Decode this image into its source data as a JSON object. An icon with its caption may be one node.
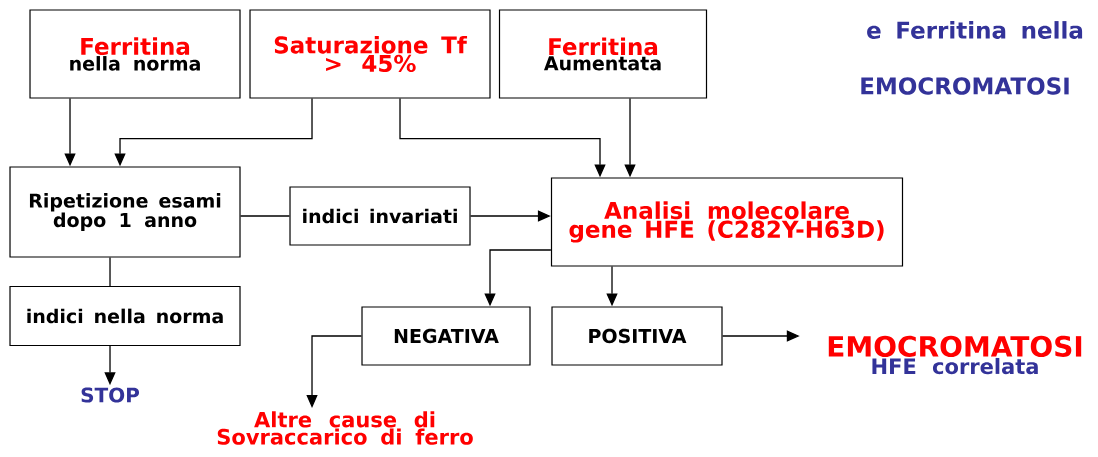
{
  "diagram": {
    "nodes": [
      {
        "text": [
          "Ferritina",
          "nella norma"
        ]
      },
      {
        "text": [
          "Saturazione Tf",
          "> 45%"
        ]
      },
      {
        "text": [
          "Ferritina",
          "Aumentata"
        ]
      },
      {
        "text": [
          "Ripetizione esami dopo 1 anno"
        ]
      },
      {
        "text": [
          "indici invariati"
        ]
      },
      {
        "text": [
          "Analisi molecolare gene HFE (C282Y-H63D)"
        ]
      },
      {
        "text": [
          "indici nella norma"
        ]
      },
      {
        "text": [
          "NEGATIVA"
        ]
      },
      {
        "text": [
          "POSITIVA"
        ]
      },
      {
        "text": [
          "STOP"
        ]
      },
      {
        "text": [
          "Altre cause di Sovraccarico di ferro"
        ]
      },
      {
        "text": [
          "EMOCROMATOSI",
          "HFE correlata"
        ]
      }
    ],
    "edges": [
      {
        "from": 0,
        "to": 3,
        "arrow": "to"
      },
      {
        "from": 1,
        "to": 3,
        "arrow": "to"
      },
      {
        "from": 1,
        "to": 5,
        "arrow": "to"
      },
      {
        "from": 2,
        "to": 5,
        "arrow": "to"
      },
      {
        "from": 3,
        "to": 4,
        "arrow": "none"
      },
      {
        "from": 4,
        "to": 5,
        "arrow": "to"
      },
      {
        "from": 3,
        "to": 6,
        "arrow": "none"
      },
      {
        "from": 6,
        "to": 9,
        "arrow": "to"
      },
      {
        "from": 5,
        "to": 7,
        "arrow": "to"
      },
      {
        "from": 5,
        "to": 8,
        "arrow": "to"
      },
      {
        "from": 7,
        "to": 10,
        "arrow": "to"
      },
      {
        "from": 8,
        "to": 11,
        "arrow": "to"
      }
    ],
    "labels": [
      "e Ferritina nella",
      "EMOCROMATOSI"
    ]
  }
}
